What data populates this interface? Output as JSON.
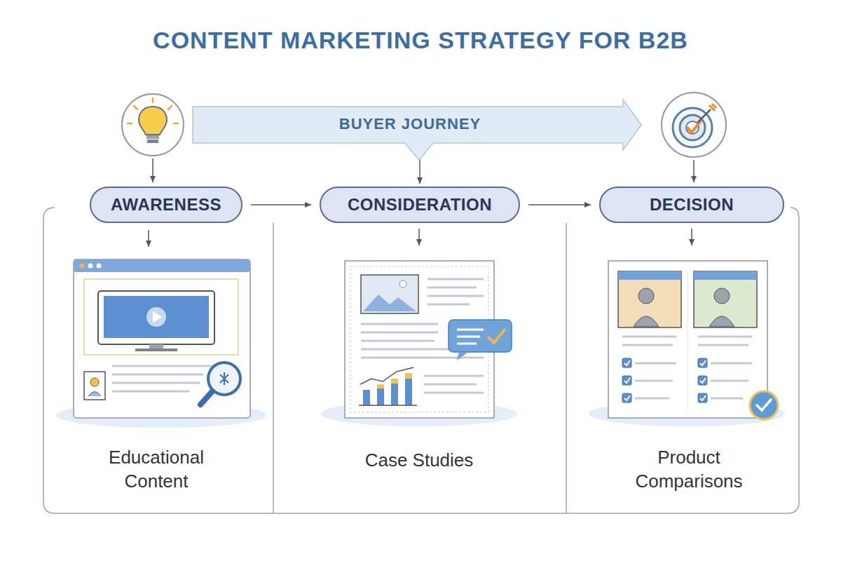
{
  "diagram": {
    "title": "CONTENT MARKETING STRATEGY FOR B2B",
    "nodes": [
      {
        "text": [
          "BUYER JOURNEY"
        ]
      },
      {
        "text": [
          "AWARENESS"
        ]
      },
      {
        "text": [
          "CONSIDERATION"
        ]
      },
      {
        "text": [
          "DECISION"
        ]
      }
    ],
    "edges": [
      {
        "from": 1,
        "to": 2,
        "arrow": "to"
      },
      {
        "from": 2,
        "to": 3,
        "arrow": "to"
      },
      {
        "from": 0,
        "to": 2,
        "arrow": "to"
      }
    ],
    "labels": [
      "Educational Content",
      "Case Studies",
      "Product Comparisons"
    ]
  }
}
